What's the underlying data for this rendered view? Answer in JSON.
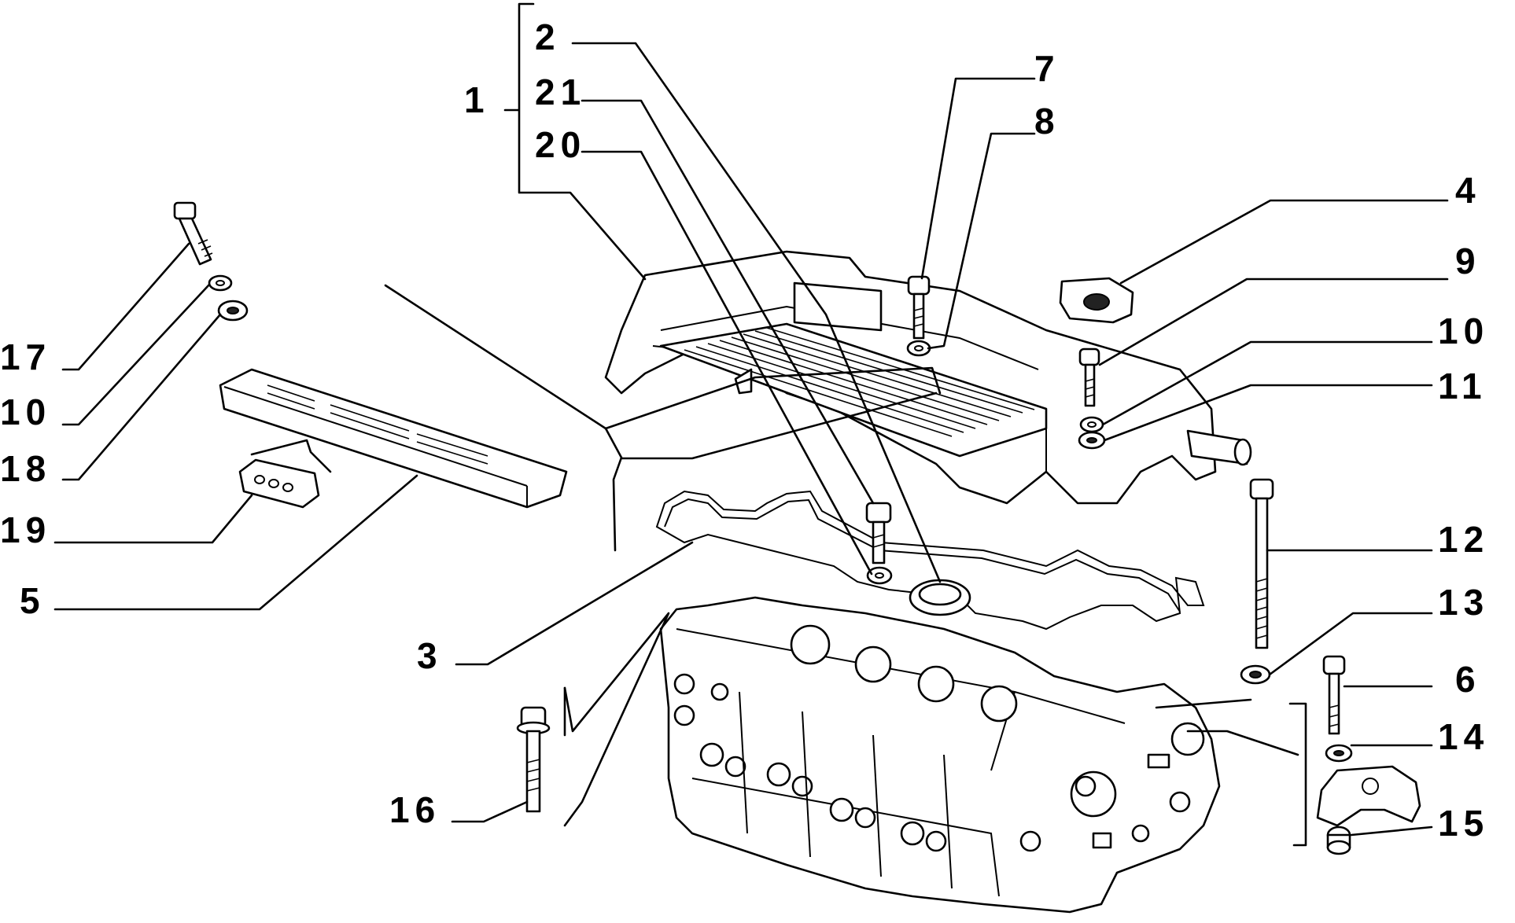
{
  "callouts": {
    "c1": "1",
    "c2": "2",
    "c3": "3",
    "c4": "4",
    "c5": "5",
    "c6": "6",
    "c7": "7",
    "c8": "8",
    "c9": "9",
    "c10_left": "10",
    "c10_right": "10",
    "c11": "11",
    "c12": "12",
    "c13": "13",
    "c14": "14",
    "c15": "15",
    "c16": "16",
    "c17": "17",
    "c18": "18",
    "c19": "19",
    "c20": "20",
    "c21": "21"
  }
}
